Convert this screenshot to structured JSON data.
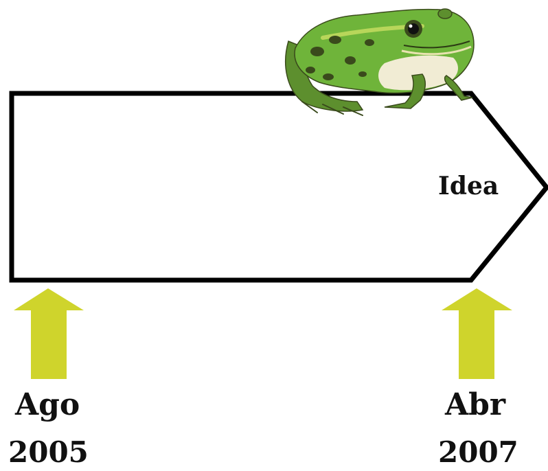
{
  "diagram": {
    "type": "timeline",
    "shape_label": "Idea",
    "start": {
      "month": "Ago",
      "year": "2005"
    },
    "end": {
      "month": "Abr",
      "year": "2007"
    },
    "colors": {
      "outline": "#000000",
      "fill": "#ffffff",
      "marker_arrow": "#cfd42c",
      "text": "#111111",
      "frog_body": "#6fb43a",
      "frog_spots": "#3a4a1c",
      "frog_belly": "#f1ecd4"
    },
    "illustration": "frog-image"
  }
}
